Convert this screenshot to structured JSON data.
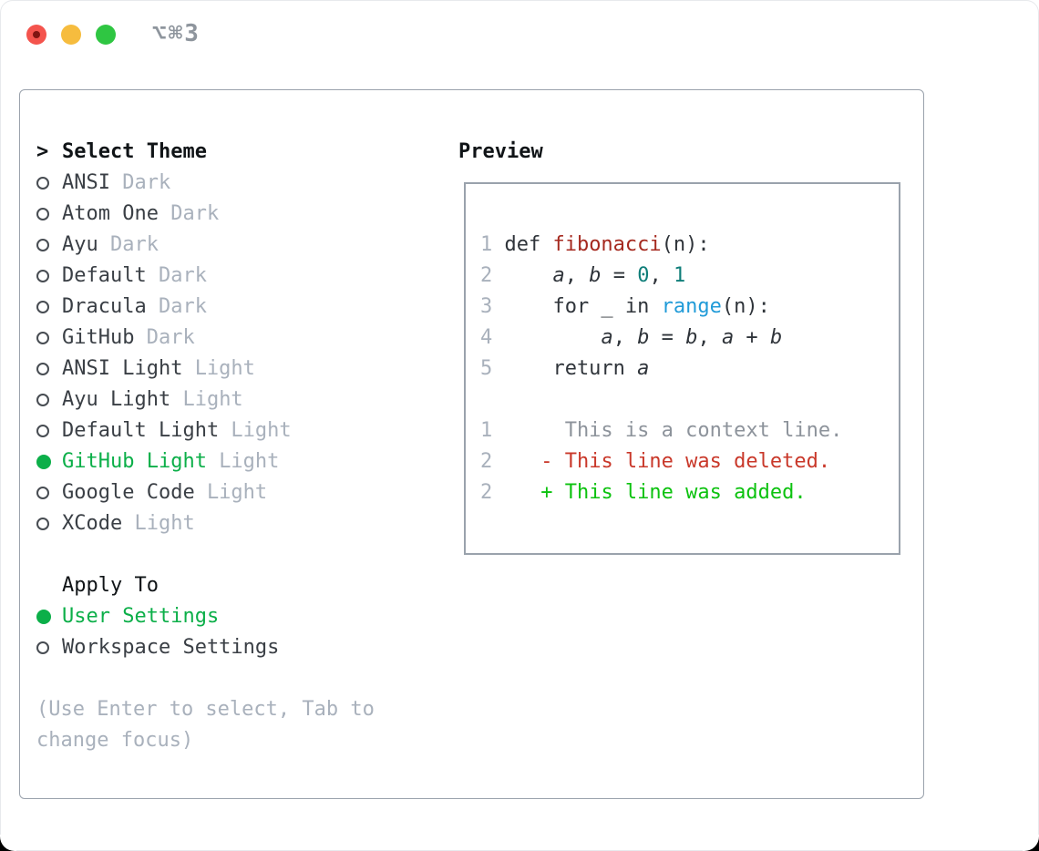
{
  "titlebar": {
    "title": "⌥⌘3"
  },
  "colors": {
    "border_gray": "#9aa2ac",
    "accent_green": "#0caf49",
    "diff_added": "#0cc20f",
    "diff_deleted": "#c9382a",
    "func_red": "#a5291f",
    "number_teal": "#0f7e79",
    "builtin_blue": "#219bd8",
    "muted_gray": "#a9b1bc",
    "context_gray": "#8d939b",
    "code_default": "#2f343a",
    "traffic_red": "#f4544d",
    "traffic_yellow": "#f6bc3e",
    "traffic_green": "#2fc642"
  },
  "theme_list": {
    "cursor": ">",
    "title": "Select Theme",
    "items": [
      {
        "name": "ANSI",
        "variant": "Dark",
        "selected": false
      },
      {
        "name": "Atom One",
        "variant": "Dark",
        "selected": false
      },
      {
        "name": "Ayu",
        "variant": "Dark",
        "selected": false
      },
      {
        "name": "Default",
        "variant": "Dark",
        "selected": false
      },
      {
        "name": "Dracula",
        "variant": "Dark",
        "selected": false
      },
      {
        "name": "GitHub",
        "variant": "Dark",
        "selected": false
      },
      {
        "name": "ANSI Light",
        "variant": "Light",
        "selected": false
      },
      {
        "name": "Ayu Light",
        "variant": "Light",
        "selected": false
      },
      {
        "name": "Default Light",
        "variant": "Light",
        "selected": false
      },
      {
        "name": "GitHub Light",
        "variant": "Light",
        "selected": true
      },
      {
        "name": "Google Code",
        "variant": "Light",
        "selected": false
      },
      {
        "name": "XCode",
        "variant": "Light",
        "selected": false
      }
    ]
  },
  "apply_to": {
    "title": "Apply To",
    "items": [
      {
        "label": "User Settings",
        "selected": true
      },
      {
        "label": "Workspace Settings",
        "selected": false
      }
    ]
  },
  "hint_lines": [
    "(Use Enter to select, Tab to",
    "change focus)"
  ],
  "preview": {
    "title": "Preview",
    "lines": [
      {
        "ln": "1",
        "segs": [
          [
            "def ",
            "d"
          ],
          [
            "fibonacci",
            "fn"
          ],
          [
            "(n):",
            "d"
          ]
        ]
      },
      {
        "ln": "2",
        "segs": [
          [
            "    ",
            "d"
          ],
          [
            "a",
            "v"
          ],
          [
            ", ",
            "d"
          ],
          [
            "b",
            "v"
          ],
          [
            " = ",
            "d"
          ],
          [
            "0",
            "n"
          ],
          [
            ", ",
            "d"
          ],
          [
            "1",
            "n"
          ]
        ]
      },
      {
        "ln": "3",
        "segs": [
          [
            "    for _ in ",
            "d"
          ],
          [
            "range",
            "bi"
          ],
          [
            "(n):",
            "d"
          ]
        ]
      },
      {
        "ln": "4",
        "segs": [
          [
            "        ",
            "d"
          ],
          [
            "a",
            "v"
          ],
          [
            ", ",
            "d"
          ],
          [
            "b",
            "v"
          ],
          [
            " = ",
            "d"
          ],
          [
            "b",
            "v"
          ],
          [
            ", ",
            "d"
          ],
          [
            "a",
            "v"
          ],
          [
            " + ",
            "d"
          ],
          [
            "b",
            "v"
          ]
        ]
      },
      {
        "ln": "5",
        "segs": [
          [
            "    return ",
            "d"
          ],
          [
            "a",
            "v"
          ]
        ]
      },
      {
        "ln": "",
        "segs": []
      },
      {
        "ln": "1",
        "segs": [
          [
            "     This is a context line.",
            "ctx"
          ]
        ]
      },
      {
        "ln": "2",
        "segs": [
          [
            "   ",
            "d"
          ],
          [
            "- This line was deleted.",
            "del"
          ]
        ]
      },
      {
        "ln": "2",
        "segs": [
          [
            "   ",
            "d"
          ],
          [
            "+ This line was added.",
            "add"
          ]
        ]
      }
    ]
  }
}
